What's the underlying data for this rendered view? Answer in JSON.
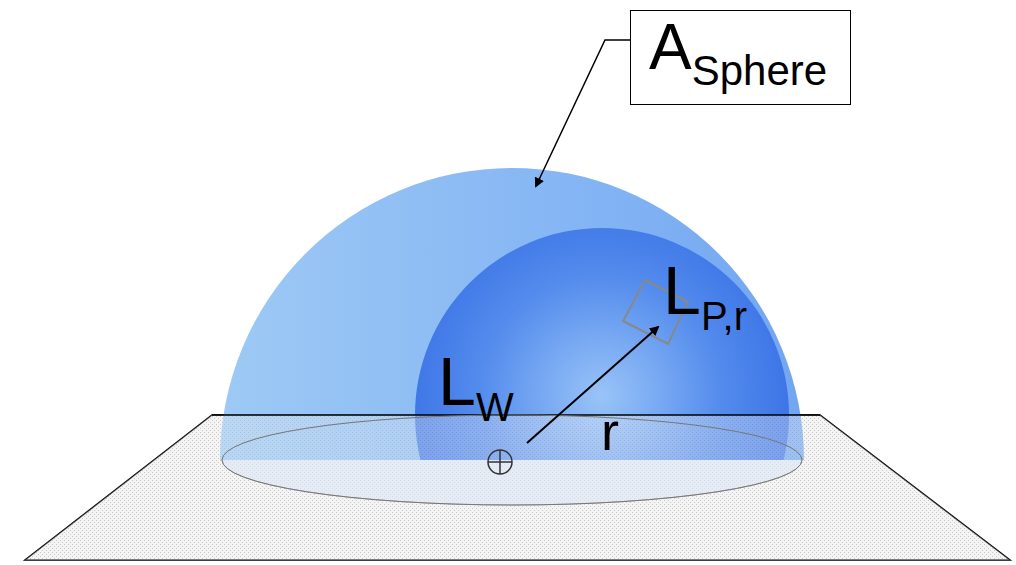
{
  "diagram": {
    "nodes": [
      {
        "text": [
          "A",
          "Sphere"
        ]
      }
    ],
    "labels": [
      "L",
      "P,r",
      "L",
      "W",
      "r"
    ]
  }
}
